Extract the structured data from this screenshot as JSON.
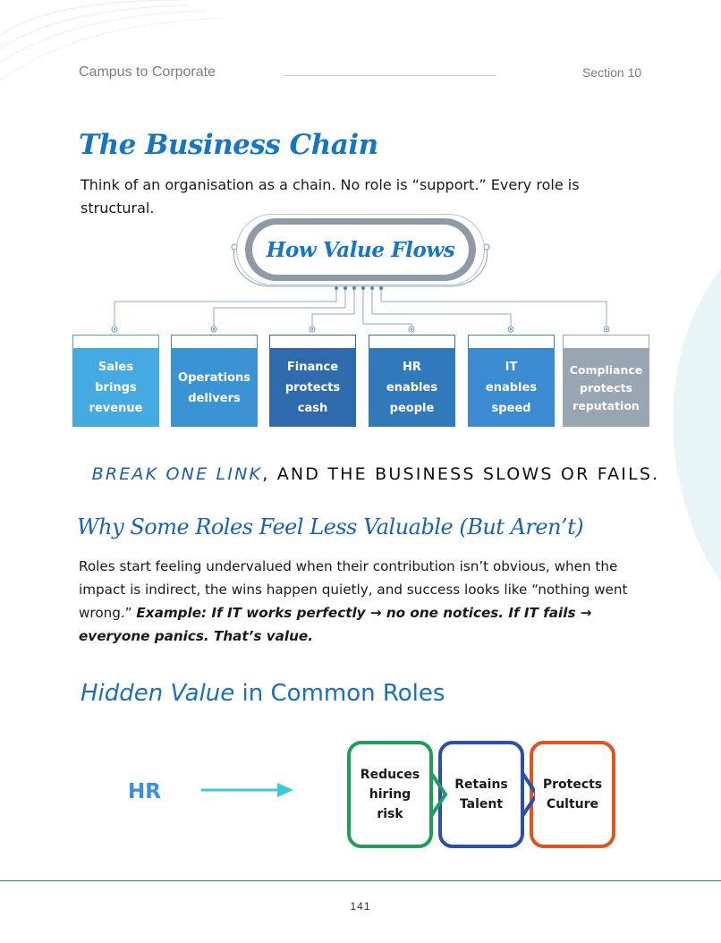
{
  "header": {
    "left_title": "Campus to Corporate",
    "section": "Section 10"
  },
  "business_chain": {
    "title": "The Business Chain",
    "intro": "Think of an organisation as a chain. No role is “support.” Every role is structural.",
    "diagram_title": "How Value Flows",
    "cards": [
      {
        "text": "Sales\nbrings\nrevenue",
        "color": "#45a9e2"
      },
      {
        "text": "Operations\ndelivers",
        "color": "#3a94d3"
      },
      {
        "text": "Finance\nprotects\ncash",
        "color": "#2f6aac"
      },
      {
        "text": "HR\nenables\npeople",
        "color": "#3079bb"
      },
      {
        "text": "IT\nenables\nspeed",
        "color": "#3a8bd2"
      },
      {
        "text": "Compliance\nprotects\nreputation",
        "color": "#98a5b2"
      }
    ],
    "break_emphasis": "BREAK ONE LINK",
    "break_rest": ", AND THE BUSINESS SLOWS OR FAILS."
  },
  "why_roles": {
    "title": "Why Some Roles Feel Less Valuable (But Aren’t)",
    "body": "Roles start feeling undervalued when their contribution isn’t obvious, when the impact is indirect, the wins happen quietly, and success looks like “nothing went wrong.” ",
    "example": "Example:  If IT works perfectly → no one notices. If IT fails → everyone panics. That’s value."
  },
  "hidden_value": {
    "title_emphasis": "Hidden Value",
    "title_rest": " in Common Roles",
    "role": "HR",
    "boxes": [
      {
        "text": "Reduces\nhiring\nrisk",
        "color": "#1e9e5a"
      },
      {
        "text": "Retains\nTalent",
        "color": "#2b4fae"
      },
      {
        "text": "Protects\nCulture",
        "color": "#e0541f"
      }
    ]
  },
  "footer": {
    "page_number": "141"
  }
}
